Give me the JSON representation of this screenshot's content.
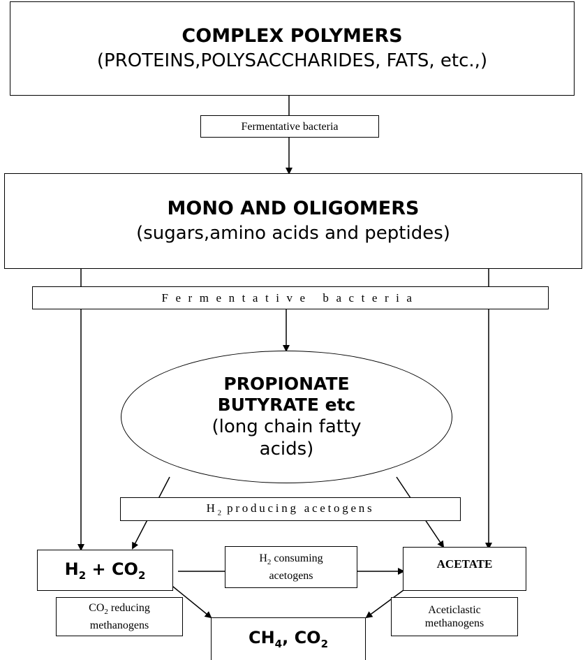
{
  "nodes": {
    "complex_polymers": {
      "title": "COMPLEX POLYMERS",
      "subtitle": "(PROTEINS,POLYSACCHARIDES, FATS, etc.,)"
    },
    "mono_oligomers": {
      "title": "MONO AND OLIGOMERS",
      "subtitle": "(sugars,amino acids and peptides)"
    },
    "propionate": {
      "line1": "PROPIONATE",
      "line2": "BUTYRATE etc",
      "line3": "(long chain fatty",
      "line4": "acids)"
    },
    "h2_co2": {
      "h": "H",
      "h_sub": "2",
      "plus": " + CO",
      "co_sub": "2"
    },
    "acetate": {
      "label": "ACETATE"
    },
    "ch4_co2": {
      "ch": "CH",
      "ch_sub": "4",
      "rest": ", CO",
      "co_sub": "2"
    }
  },
  "labels": {
    "fermentative_1": "Fermentative bacteria",
    "fermentative_2": "Fermentative bacteria",
    "h2_producing": {
      "h": "H",
      "sub": "2",
      "rest": " producing acetogens"
    },
    "h2_consuming": {
      "h": "H",
      "sub": "2",
      "rest": " consuming",
      "line2": "acetogens"
    },
    "co2_reducing": {
      "co": "CO",
      "sub": "2",
      "rest": " reducing",
      "line2": "methanogens"
    },
    "aceticlastic": {
      "line1": "Aceticlastic",
      "line2": "methanogens"
    }
  }
}
